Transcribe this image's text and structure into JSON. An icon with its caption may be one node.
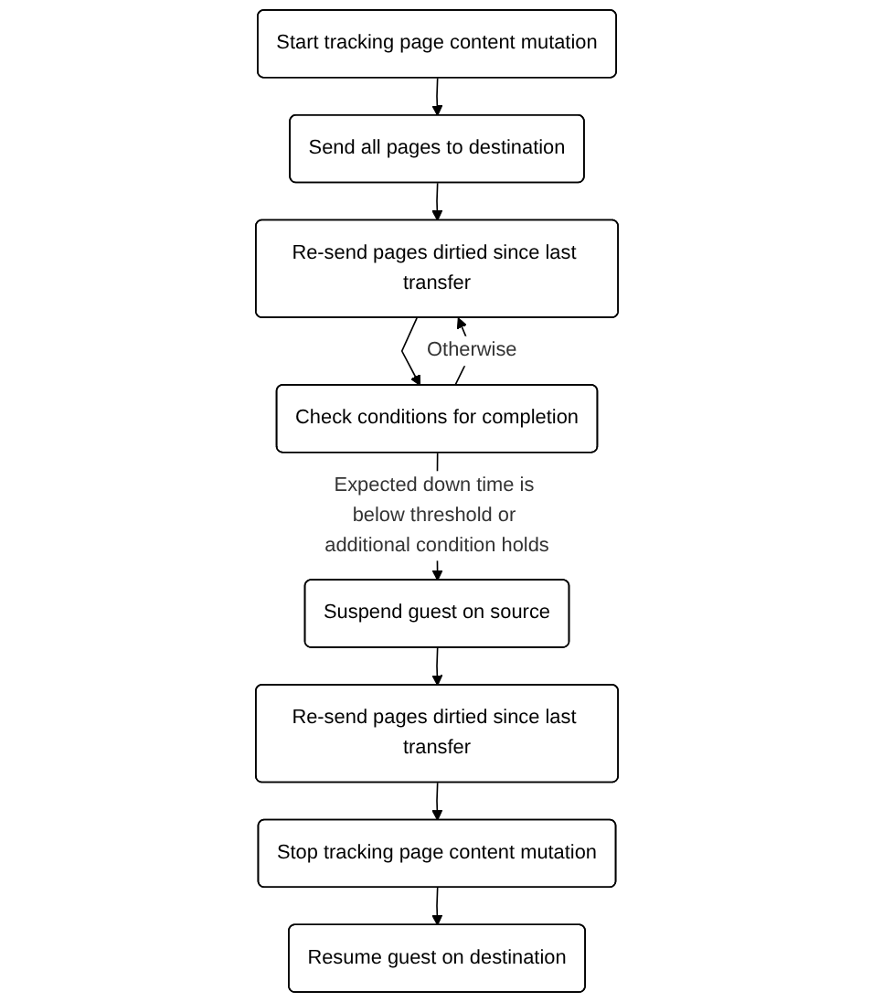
{
  "diagram": {
    "nodes": [
      {
        "text": [
          "Start tracking page content mutation"
        ]
      },
      {
        "text": [
          "Send all pages to destination"
        ]
      },
      {
        "text": [
          "Re-send pages dirtied since last transfer"
        ]
      },
      {
        "text": [
          "Check conditions for completion"
        ]
      },
      {
        "text": [
          "Suspend guest on source"
        ]
      },
      {
        "text": [
          "Re-send pages dirtied since last transfer"
        ]
      },
      {
        "text": [
          "Stop tracking page content mutation"
        ]
      },
      {
        "text": [
          "Resume guest on destination"
        ]
      }
    ],
    "edges": [
      {
        "from": 0,
        "to": 1,
        "arrow": "to"
      },
      {
        "from": 1,
        "to": 2,
        "arrow": "to"
      },
      {
        "from": 2,
        "to": 3,
        "arrow": "to"
      },
      {
        "from": 3,
        "to": 2,
        "arrow": "to",
        "label": "Otherwise"
      },
      {
        "from": 3,
        "to": 4,
        "arrow": "to",
        "label": "Expected down time is below threshold or additional condition holds"
      },
      {
        "from": 4,
        "to": 5,
        "arrow": "to"
      },
      {
        "from": 5,
        "to": 6,
        "arrow": "to"
      },
      {
        "from": 6,
        "to": 7,
        "arrow": "to"
      }
    ]
  }
}
